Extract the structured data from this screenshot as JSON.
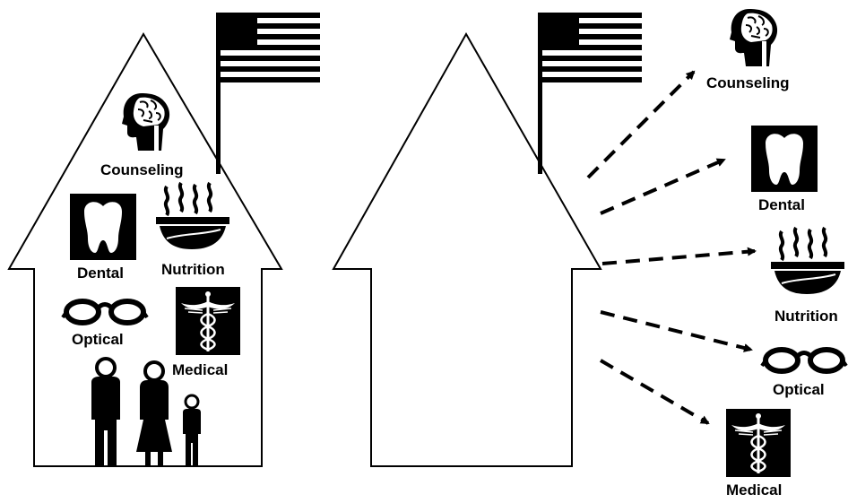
{
  "left_house": {
    "labels": {
      "counseling": "Counseling",
      "dental": "Dental",
      "nutrition": "Nutrition",
      "optical": "Optical",
      "medical": "Medical"
    }
  },
  "right_services": {
    "labels": {
      "counseling": "Counseling",
      "dental": "Dental",
      "nutrition": "Nutrition",
      "optical": "Optical",
      "medical": "Medical"
    }
  },
  "icons": [
    "flag-icon",
    "head-brain-icon",
    "tooth-icon",
    "steaming-bowl-icon",
    "eyeglasses-icon",
    "caduceus-icon",
    "family-icon",
    "dashed-arrow-icon"
  ]
}
